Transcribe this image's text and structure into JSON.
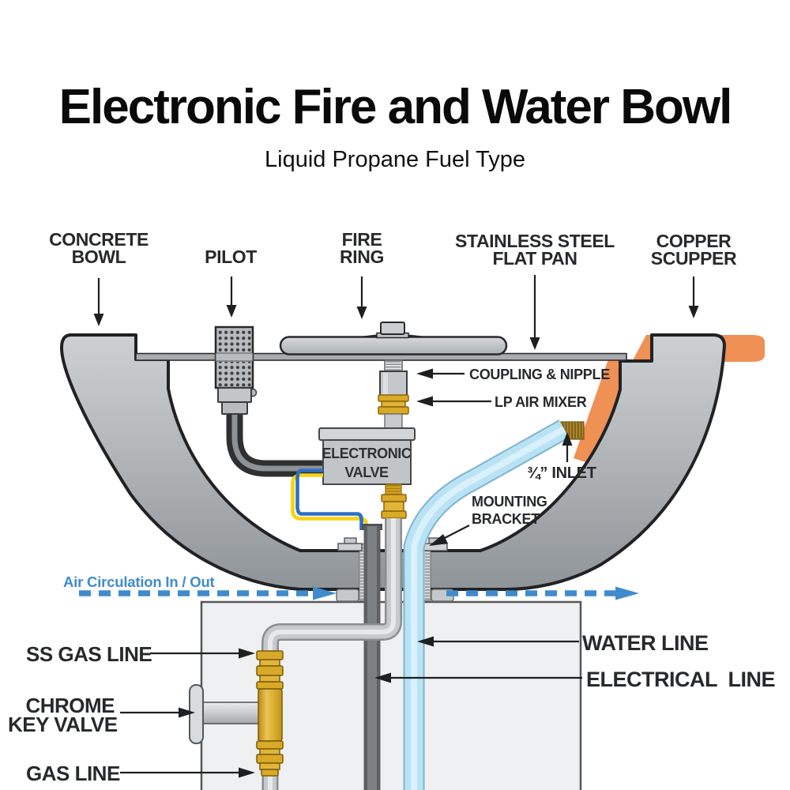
{
  "header": {
    "title": "Electronic Fire and Water Bowl",
    "subtitle": "Liquid Propane Fuel Type"
  },
  "labels": {
    "concrete_bowl": {
      "line1": "CONCRETE",
      "line2": "BOWL"
    },
    "pilot": "PILOT",
    "fire_ring": {
      "line1": "FIRE",
      "line2": "RING"
    },
    "stainless_pan": {
      "line1": "STAINLESS STEEL",
      "line2": "FLAT PAN"
    },
    "copper_scupper": {
      "line1": "COPPER",
      "line2": "SCUPPER"
    },
    "coupling_nipple": "COUPLING & NIPPLE",
    "lp_air_mixer": "LP AIR MIXER",
    "electronic_valve": {
      "line1": "ELECTRONIC",
      "line2": "VALVE"
    },
    "inlet": "¾” INLET",
    "mounting_bracket": {
      "line1": "MOUNTING",
      "line2": "BRACKET"
    },
    "air_circulation": "Air Circulation In / Out",
    "ss_gas_line": "SS GAS LINE",
    "water_line": "WATER LINE",
    "electrical_line": "ELECTRICAL  LINE",
    "chrome_key_valve": {
      "line1": "CHROME",
      "line2": "KEY VALVE"
    },
    "gas_line": "GAS LINE"
  },
  "colors": {
    "bowl_gray": "#b2b6b9",
    "outline": "#202225",
    "copper_orange": "#ef9055",
    "brass_gold": "#d9a928",
    "water_blue": "#b9e3f5",
    "air_blue": "#3f8bcd",
    "pipe_gray": "#c7cacc",
    "conduit_gray": "#5d6164",
    "wire_yellow": "#f7d211",
    "wire_blue": "#2f6fc4",
    "pedestal_gray": "#eff0f1",
    "label_color": "#27292b"
  }
}
